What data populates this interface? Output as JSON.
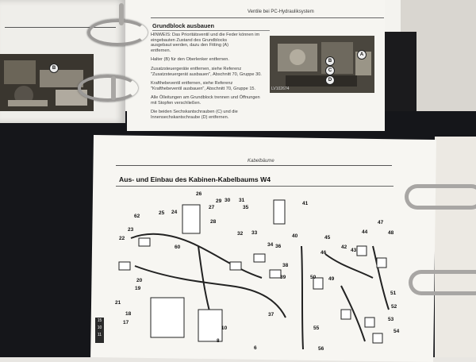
{
  "top_binder": {
    "left_page_header": "",
    "right_page_header": "Ventile bei PC-Hydrauliksystem",
    "section_title": "Grundblock ausbauen",
    "hinweis_lines": [
      "HINWEIS: Das Prioritätsventil und die Feder können im",
      "eingebauten Zustand des Grundblocks",
      "ausgebaut werden, dazu den Fitting (A)",
      "entfernen."
    ],
    "step_lines": [
      "Halter (B) für den Oberlenker entfernen.",
      "Zusatzsteuergeräte entfernen, siehe Referenz",
      "\"Zusatzsteuergerät ausbauen\", Abschnitt 70, Gruppe 30.",
      "Krafthebeventil entfernen, siehe Referenz",
      "\"Krafthebeventil ausbauen\", Abschnitt 70, Gruppe 15.",
      "Alle Ölleitungen am Grundblock trennen und Öffnungen",
      "mit Stopfen verschließen.",
      "Die beiden Sechskantschrauben (C) und die",
      "Innensechskantschraube (D) entfernen."
    ],
    "photo_code": "LV102674",
    "callouts_right": [
      "A",
      "B",
      "C",
      "D"
    ],
    "callout_left": "B"
  },
  "bottom_binder": {
    "header": "Kabelbäume",
    "title": "Aus- und Einbau des Kabinen-Kabelbaums W4",
    "side_tabs": [
      "15",
      "10",
      "11"
    ],
    "callout_numbers": [
      {
        "n": "26"
      },
      {
        "n": "27"
      },
      {
        "n": "29"
      },
      {
        "n": "30"
      },
      {
        "n": "31"
      },
      {
        "n": "35"
      },
      {
        "n": "41"
      },
      {
        "n": "62"
      },
      {
        "n": "25"
      },
      {
        "n": "24"
      },
      {
        "n": "28"
      },
      {
        "n": "33"
      },
      {
        "n": "32"
      },
      {
        "n": "34"
      },
      {
        "n": "36"
      },
      {
        "n": "40"
      },
      {
        "n": "45"
      },
      {
        "n": "44"
      },
      {
        "n": "47"
      },
      {
        "n": "48"
      },
      {
        "n": "22"
      },
      {
        "n": "23"
      },
      {
        "n": "60"
      },
      {
        "n": "46"
      },
      {
        "n": "43"
      },
      {
        "n": "42"
      },
      {
        "n": "38"
      },
      {
        "n": "39"
      },
      {
        "n": "50"
      },
      {
        "n": "20"
      },
      {
        "n": "19"
      },
      {
        "n": "49"
      },
      {
        "n": "51"
      },
      {
        "n": "21"
      },
      {
        "n": "18"
      },
      {
        "n": "17"
      },
      {
        "n": "37"
      },
      {
        "n": "52"
      },
      {
        "n": "53"
      },
      {
        "n": "55"
      },
      {
        "n": "54"
      },
      {
        "n": "10"
      },
      {
        "n": "8"
      },
      {
        "n": "6"
      },
      {
        "n": "56"
      }
    ]
  }
}
